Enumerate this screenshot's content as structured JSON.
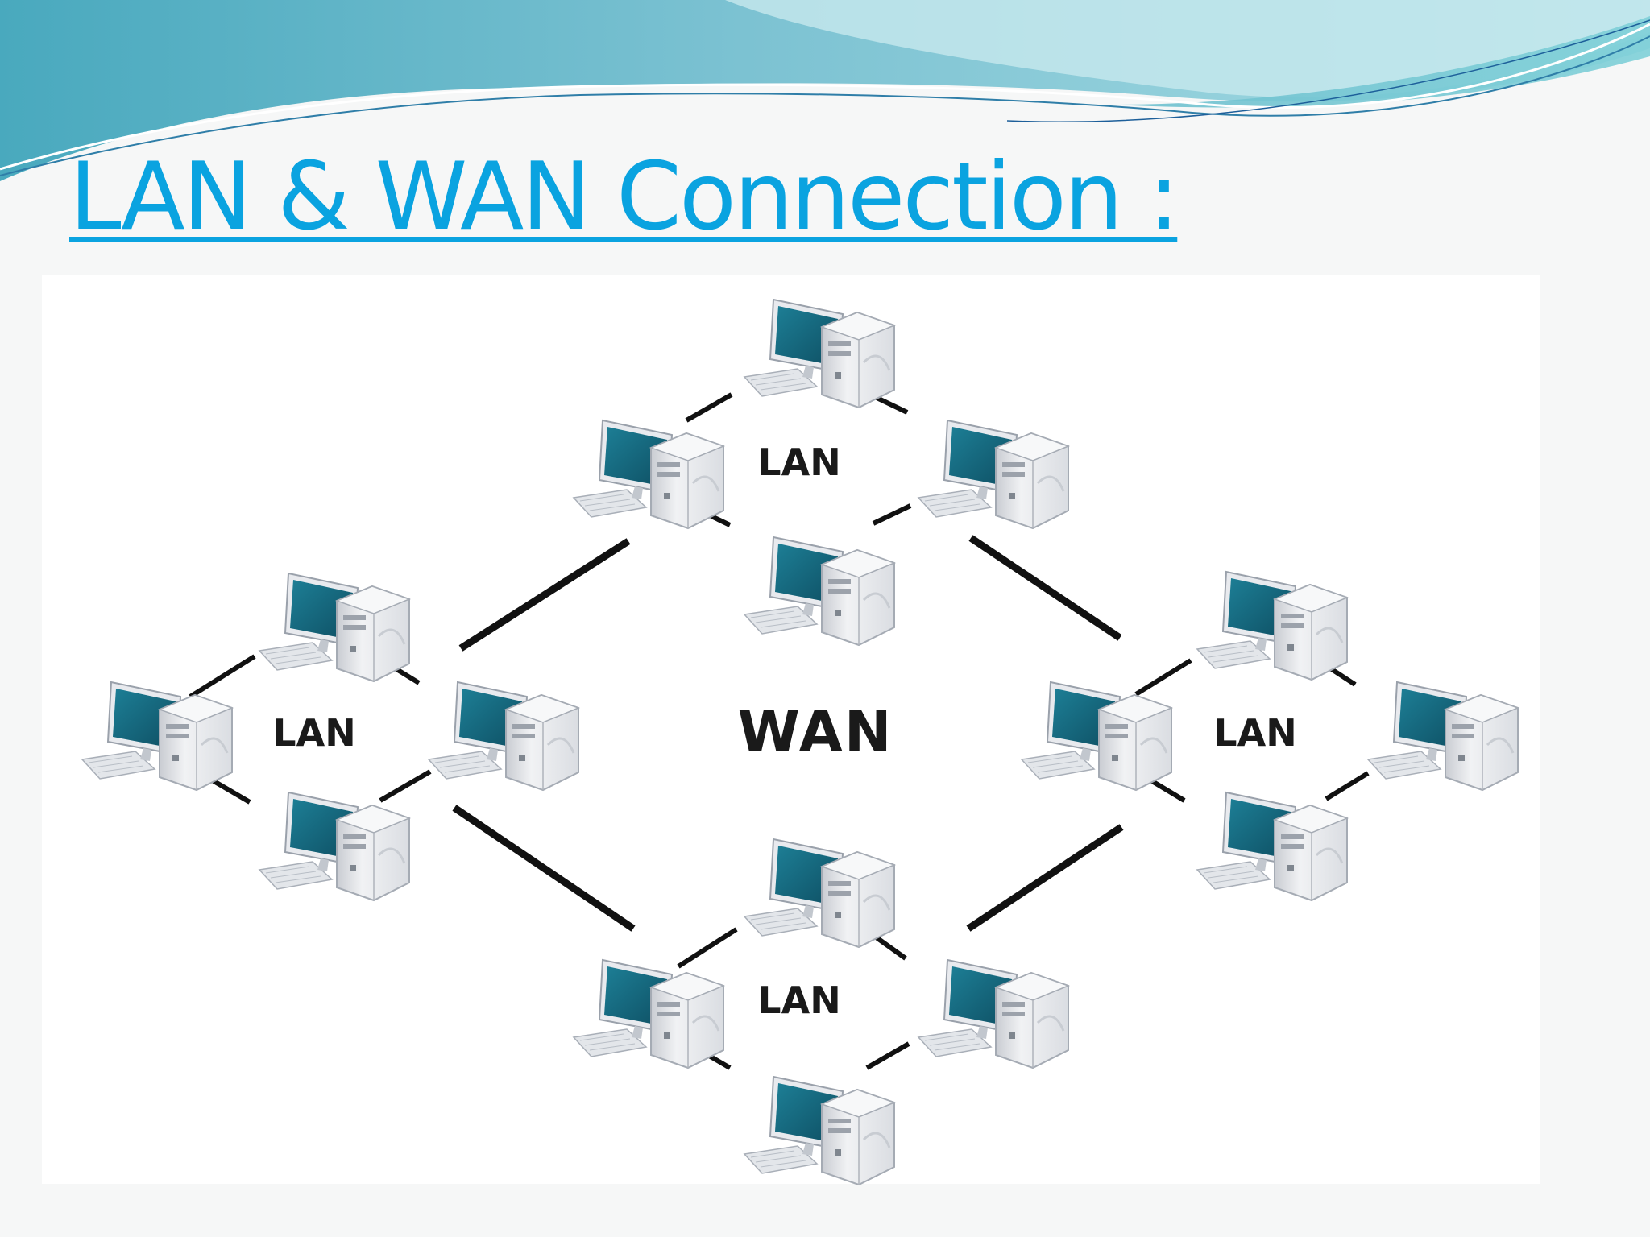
{
  "slide": {
    "title": "LAN & WAN Connection :",
    "theme_colors": {
      "title": "#0aa3e0",
      "wave_dark": "#5fb0c6",
      "wave_light": "#a9dde4",
      "line": "#111111",
      "screen": "#156a80"
    }
  },
  "diagram": {
    "wan_label": "WAN",
    "lan_groups": [
      {
        "id": "top",
        "label": "LAN"
      },
      {
        "id": "left",
        "label": "LAN"
      },
      {
        "id": "right",
        "label": "LAN"
      },
      {
        "id": "bottom",
        "label": "LAN"
      }
    ],
    "computer_icon": "desktop-computer-icon"
  }
}
